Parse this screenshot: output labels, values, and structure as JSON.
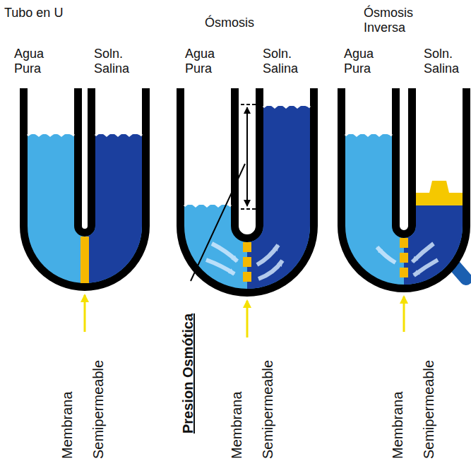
{
  "diagram": {
    "labels": [
      "Tubo en U",
      "Ósmosis",
      "Ósmosis Inversa",
      "Agua Pura",
      "Soln. Salina",
      "Agua Pura",
      "Soln. Salina",
      "Agua Pura",
      "Soln. Salina",
      "Membrana",
      "Semipermeable",
      "Presion Osmótica",
      "Membrana",
      "Semipermeable",
      "Membrana",
      "Semipermeable"
    ]
  }
}
